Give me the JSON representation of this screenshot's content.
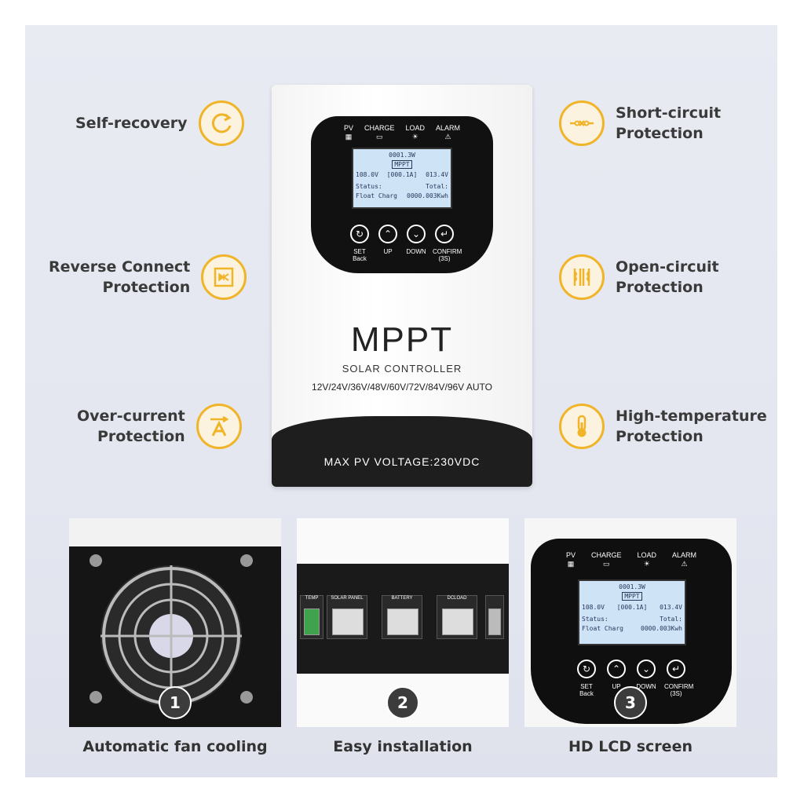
{
  "features_left": [
    {
      "lines": [
        "Self-recovery"
      ],
      "icon": "recovery-icon"
    },
    {
      "lines": [
        "Reverse Connect",
        "Protection"
      ],
      "icon": "diode-bridge-icon"
    },
    {
      "lines": [
        "Over-current",
        "Protection"
      ],
      "icon": "ammeter-icon"
    }
  ],
  "features_right": [
    {
      "lines": [
        "Short-circuit",
        "Protection"
      ],
      "icon": "short-circuit-icon"
    },
    {
      "lines": [
        "Open-circuit",
        "Protection"
      ],
      "icon": "transformer-icon"
    },
    {
      "lines": [
        "High-temperature",
        "Protection"
      ],
      "icon": "thermometer-icon"
    }
  ],
  "device": {
    "indicators": [
      "PV",
      "CHARGE",
      "LOAD",
      "ALARM"
    ],
    "lcd": {
      "power": "0001.3W",
      "mode": "MPPT",
      "pv_voltage": "108.0V",
      "current": "[000.1A]",
      "battery_voltage": "013.4V",
      "status_label": "Status:",
      "status_value": "Float Charg",
      "total_label": "Total:",
      "total_value": "0000.003Kwh"
    },
    "buttons": [
      "SET Back",
      "UP",
      "DOWN",
      "CONFIRM (3S)"
    ],
    "brand": "MPPT",
    "subtitle": "SOLAR CONTROLLER",
    "voltages": "12V/24V/36V/48V/60V/72V/84V/96V AUTO",
    "max_pv": "MAX PV VOLTAGE:230VDC"
  },
  "photos": [
    {
      "number": "1",
      "caption": "Automatic fan cooling"
    },
    {
      "number": "2",
      "caption": "Easy installation",
      "terminals": [
        "TEMP",
        "SOLAR PANEL",
        "BATTERY",
        "DCLOAD"
      ]
    },
    {
      "number": "3",
      "caption": "HD LCD screen"
    }
  ],
  "colors": {
    "accent": "#f0b429",
    "dark": "#1e1e1e",
    "text": "#3a3a3a"
  }
}
